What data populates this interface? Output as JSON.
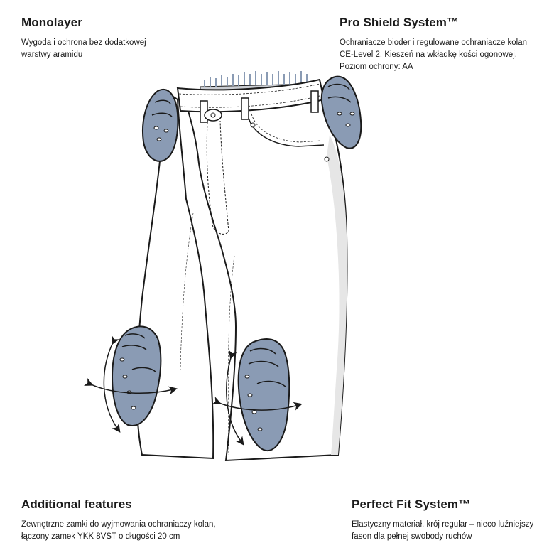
{
  "callouts": {
    "monolayer": {
      "title": "Monolayer",
      "text": "Wygoda i ochrona bez dodatkowej warstwy aramidu"
    },
    "pro_shield": {
      "title": "Pro Shield System™",
      "text": "Ochraniacze bioder i regulowane ochraniacze kolan CE-Level 2. Kieszeń na wkładkę kości ogonowej. Poziom ochrony: AA"
    },
    "additional": {
      "title": "Additional features",
      "text": "Zewnętrzne zamki do wyjmowania ochraniaczy kolan, łączony zamek YKK 8VST o długości 20 cm"
    },
    "perfect_fit": {
      "title": "Perfect Fit System™",
      "text": "Elastyczny materiał, krój regular – nieco luźniejszy fason dla pełnej swobody ruchów"
    }
  },
  "colors": {
    "armor_fill": "#8a9bb4",
    "outline": "#1a1a1a",
    "fabric": "#ffffff",
    "shadow": "#e6e6e6"
  }
}
